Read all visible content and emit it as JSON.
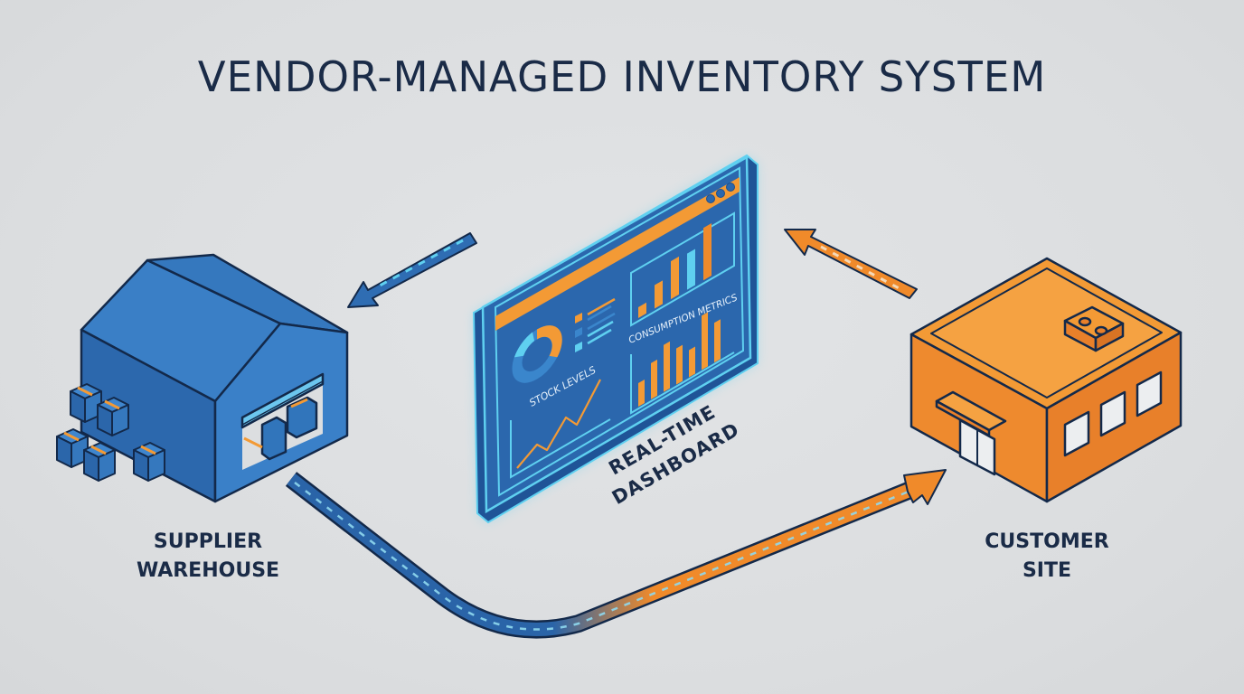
{
  "title": "VENDOR-MANAGED INVENTORY SYSTEM",
  "nodes": {
    "supplier": {
      "line1": "SUPPLIER",
      "line2": "WAREHOUSE"
    },
    "customer": {
      "line1": "CUSTOMER",
      "line2": "SITE"
    },
    "dashboard": {
      "line1": "REAL-TIME",
      "line2": "DASHBOARD"
    }
  },
  "dashboard_panel": {
    "stock_label": "STOCK LEVELS",
    "consumption_label": "CONSUMPTION METRICS",
    "window_dots": 3
  },
  "flows": [
    {
      "from": "dashboard",
      "to": "supplier",
      "color": "#2f6db3"
    },
    {
      "from": "customer",
      "to": "dashboard",
      "color": "#f08a2a"
    },
    {
      "from": "supplier",
      "to": "customer",
      "color_start": "#2f6db3",
      "color_end": "#f08a2a"
    }
  ],
  "colors": {
    "navy": "#1a2b47",
    "blue": "#2f6db3",
    "blue_light": "#3a86cc",
    "cyan": "#5fd0f0",
    "orange": "#f39a35",
    "orange_dark": "#e8822a",
    "background": "#dcdee0"
  }
}
